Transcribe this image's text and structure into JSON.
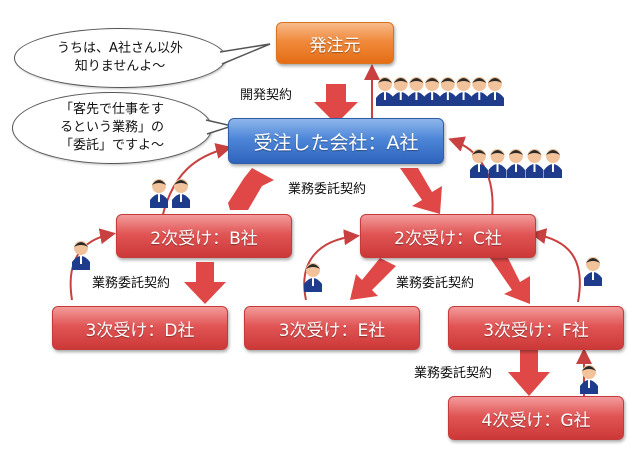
{
  "bubbles": {
    "top": "うちは、A社さん以外\n知りませんよ～",
    "middle": "「客先で仕事をす\nるという業務」の\n「委託」ですよ～"
  },
  "boxes": {
    "client": "発注元",
    "a_company": "受注した会社：A社",
    "b_company": "2次受け：B社",
    "c_company": "2次受け：C社",
    "d_company": "3次受け：D社",
    "e_company": "3次受け：E社",
    "f_company": "3次受け：F社",
    "g_company": "4次受け：G社"
  },
  "labels": {
    "development_contract": "開発契約",
    "outsourcing_contract_1": "業務委託契約",
    "outsourcing_contract_2": "業務委託契約",
    "outsourcing_contract_3": "業務委託契約",
    "outsourcing_contract_4": "業務委託契約"
  },
  "colors": {
    "client": "#f08a3c",
    "a_company": "#4d86d8",
    "subcontractors": "#e15555",
    "arrow": "#e04848",
    "person_head": "#f2c29a",
    "person_body": "#1f3c8c"
  }
}
